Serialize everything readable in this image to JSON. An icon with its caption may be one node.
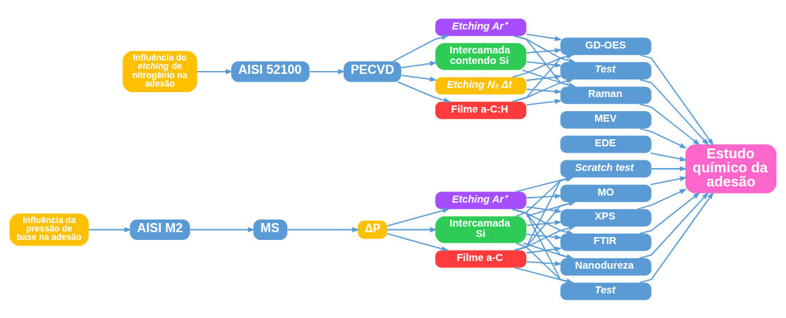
{
  "diagram": {
    "nodes": [
      {
        "text": [
          "Influência do *etching* de nitrogênio na adesão"
        ]
      },
      {
        "text": [
          "AISI 52100"
        ]
      },
      {
        "text": [
          "PECVD"
        ]
      },
      {
        "text": [
          "Etching Ar⁺"
        ]
      },
      {
        "text": [
          "Intercamada contendo Si"
        ]
      },
      {
        "text": [
          "Etching N₂ Δt"
        ]
      },
      {
        "text": [
          "Filme a-C:H"
        ]
      },
      {
        "text": [
          "GD-OES"
        ]
      },
      {
        "text": [
          "Test"
        ]
      },
      {
        "text": [
          "Raman"
        ]
      },
      {
        "text": [
          "MEV"
        ]
      },
      {
        "text": [
          "EDE"
        ]
      },
      {
        "text": [
          "FTIR"
        ]
      },
      {
        "text": [
          "Estudo químico da adesão"
        ]
      },
      {
        "text": [
          "Influência da pressão de base na adesão"
        ]
      },
      {
        "text": [
          "AISI M2"
        ]
      },
      {
        "text": [
          "MS"
        ]
      },
      {
        "text": [
          "ΔP"
        ]
      },
      {
        "text": [
          "Etching Ar⁺"
        ]
      },
      {
        "text": [
          "Intercamada Si"
        ]
      },
      {
        "text": [
          "Filme a-C"
        ]
      },
      {
        "text": [
          "Nanodureza"
        ]
      },
      {
        "text": [
          "Test"
        ]
      },
      {
        "text": [
          "Scratch test"
        ]
      },
      {
        "text": [
          "MO"
        ]
      },
      {
        "text": [
          "XPS"
        ]
      }
    ],
    "edges": [
      {
        "from": 0,
        "to": 1,
        "arrow": "to"
      },
      {
        "from": 1,
        "to": 2,
        "arrow": "to"
      },
      {
        "from": 2,
        "to": 3,
        "arrow": "to"
      },
      {
        "from": 2,
        "to": 4,
        "arrow": "to"
      },
      {
        "from": 2,
        "to": 5,
        "arrow": "to"
      },
      {
        "from": 2,
        "to": 6,
        "arrow": "to"
      },
      {
        "from": 3,
        "to": 7,
        "arrow": "to"
      },
      {
        "from": 3,
        "to": 8,
        "arrow": "to"
      },
      {
        "from": 3,
        "to": 9,
        "arrow": "to"
      },
      {
        "from": 4,
        "to": 7,
        "arrow": "to"
      },
      {
        "from": 4,
        "to": 8,
        "arrow": "to"
      },
      {
        "from": 4,
        "to": 9,
        "arrow": "to"
      },
      {
        "from": 5,
        "to": 7,
        "arrow": "to"
      },
      {
        "from": 5,
        "to": 8,
        "arrow": "to"
      },
      {
        "from": 5,
        "to": 9,
        "arrow": "to"
      },
      {
        "from": 6,
        "to": 7,
        "arrow": "to"
      },
      {
        "from": 6,
        "to": 8,
        "arrow": "to"
      },
      {
        "from": 6,
        "to": 9,
        "arrow": "to"
      },
      {
        "from": 14,
        "to": 15,
        "arrow": "to"
      },
      {
        "from": 15,
        "to": 16,
        "arrow": "to"
      },
      {
        "from": 16,
        "to": 17,
        "arrow": "to"
      },
      {
        "from": 17,
        "to": 18,
        "arrow": "to"
      },
      {
        "from": 17,
        "to": 19,
        "arrow": "to"
      },
      {
        "from": 17,
        "to": 20,
        "arrow": "to"
      },
      {
        "from": 18,
        "to": 12,
        "arrow": "to"
      },
      {
        "from": 18,
        "to": 21,
        "arrow": "to"
      },
      {
        "from": 18,
        "to": 22,
        "arrow": "to"
      },
      {
        "from": 18,
        "to": 23,
        "arrow": "to"
      },
      {
        "from": 18,
        "to": 24,
        "arrow": "to"
      },
      {
        "from": 18,
        "to": 25,
        "arrow": "to"
      },
      {
        "from": 19,
        "to": 12,
        "arrow": "to"
      },
      {
        "from": 19,
        "to": 21,
        "arrow": "to"
      },
      {
        "from": 19,
        "to": 22,
        "arrow": "to"
      },
      {
        "from": 19,
        "to": 23,
        "arrow": "to"
      },
      {
        "from": 19,
        "to": 24,
        "arrow": "to"
      },
      {
        "from": 19,
        "to": 25,
        "arrow": "to"
      },
      {
        "from": 20,
        "to": 12,
        "arrow": "to"
      },
      {
        "from": 20,
        "to": 21,
        "arrow": "to"
      },
      {
        "from": 20,
        "to": 22,
        "arrow": "to"
      },
      {
        "from": 20,
        "to": 23,
        "arrow": "to"
      },
      {
        "from": 20,
        "to": 24,
        "arrow": "to"
      },
      {
        "from": 20,
        "to": 25,
        "arrow": "to"
      },
      {
        "from": 7,
        "to": 13,
        "arrow": "to"
      },
      {
        "from": 8,
        "to": 13,
        "arrow": "to"
      },
      {
        "from": 9,
        "to": 13,
        "arrow": "to"
      },
      {
        "from": 10,
        "to": 13,
        "arrow": "to"
      },
      {
        "from": 11,
        "to": 13,
        "arrow": "to"
      },
      {
        "from": 12,
        "to": 13,
        "arrow": "to"
      },
      {
        "from": 21,
        "to": 13,
        "arrow": "to"
      },
      {
        "from": 22,
        "to": 13,
        "arrow": "to"
      },
      {
        "from": 23,
        "to": 13,
        "arrow": "to"
      },
      {
        "from": 24,
        "to": 13,
        "arrow": "to"
      },
      {
        "from": 25,
        "to": 13,
        "arrow": "to"
      }
    ]
  }
}
